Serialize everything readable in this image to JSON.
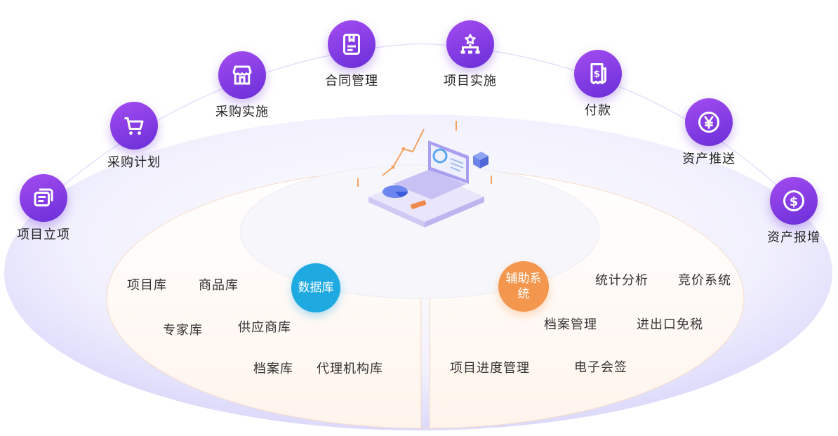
{
  "steps": [
    {
      "label": "项目立项",
      "icon": "documents-icon"
    },
    {
      "label": "采购计划",
      "icon": "shopping-cart-icon"
    },
    {
      "label": "采购实施",
      "icon": "storefront-icon"
    },
    {
      "label": "合同管理",
      "icon": "contract-icon"
    },
    {
      "label": "项目实施",
      "icon": "hierarchy-icon"
    },
    {
      "label": "付款",
      "icon": "receipt-dollar-icon"
    },
    {
      "label": "资产推送",
      "icon": "yen-coin-icon"
    },
    {
      "label": "资产报增",
      "icon": "dollar-coin-icon"
    }
  ],
  "database": {
    "label": "数据库",
    "items": [
      "项目库",
      "商品库",
      "专家库",
      "供应商库",
      "档案库",
      "代理机构库"
    ]
  },
  "auxiliary": {
    "label": "辅助系统",
    "items": [
      "统计分析",
      "竞价系统",
      "档案管理",
      "进出口免税",
      "项目进度管理",
      "电子会签"
    ]
  },
  "colors": {
    "step_gradient_start": "#a34cf0",
    "step_gradient_end": "#6a2fd8",
    "database_badge": "#1ea9e1",
    "auxiliary_badge": "#f3964e"
  }
}
